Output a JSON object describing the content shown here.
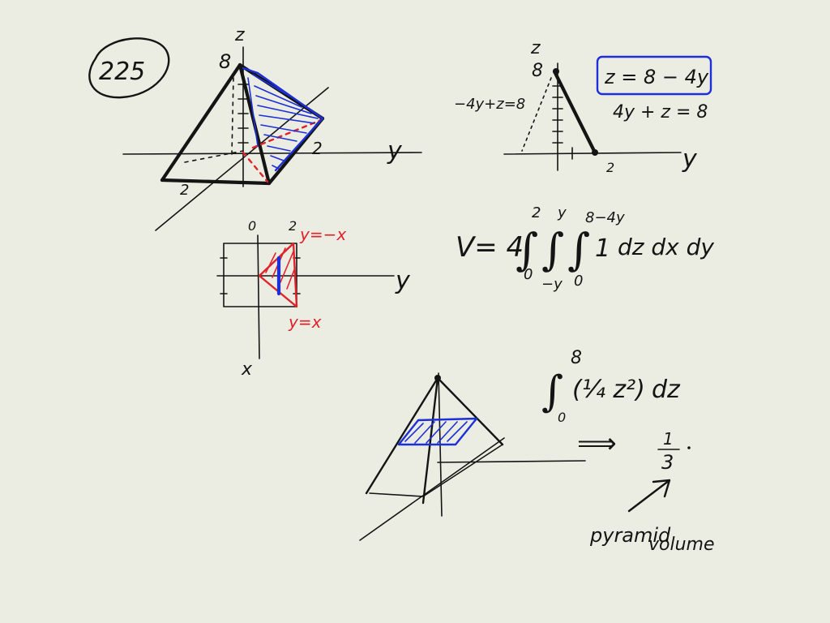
{
  "problem_number": "225",
  "pyramid_3d": {
    "z_axis_label": "z",
    "y_axis_label": "y",
    "apex_label": "8",
    "base_y_label": "2",
    "base_x_label": "2"
  },
  "cross_section": {
    "z_axis_label": "z",
    "top_label": "8",
    "y_axis_label": "y",
    "y_tick_label": "2",
    "left_line_label": "−4y+z=8",
    "plane_equation": "z = 8 − 4y",
    "plane_equation_alt": "4y + z = 8"
  },
  "region_2d": {
    "top_left_label": "0",
    "top_right_label": "2",
    "y_axis_label": "y",
    "x_axis_label": "x",
    "upper_line_label": "y=−x",
    "lower_line_label": "y=x"
  },
  "volume_integral": {
    "prefix": "V= 4",
    "outer_upper": "2",
    "outer_lower": "0",
    "middle_upper": "y",
    "middle_lower": "−y",
    "inner_upper": "8−4y",
    "inner_lower": "0",
    "integrand": "1",
    "differentials": "dz dx dy"
  },
  "slice_integral": {
    "upper": "8",
    "lower": "0",
    "integrand": "(¼ z²)",
    "differential": "dz",
    "arrow": "⟹",
    "fraction_numerator": "1",
    "fraction_denominator": "3",
    "note_line1": "pyramid",
    "note_line2": "volume"
  }
}
